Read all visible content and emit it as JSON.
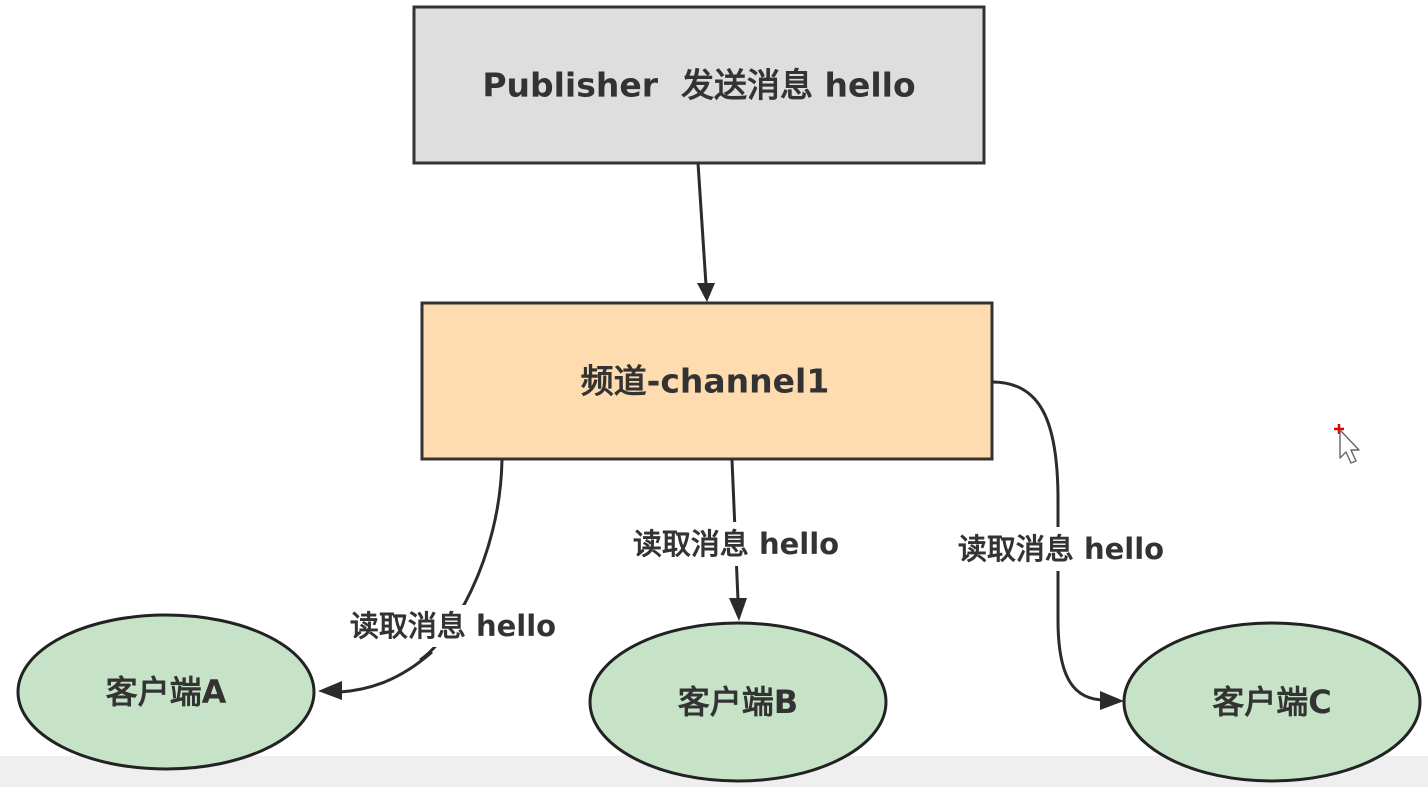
{
  "diagram": {
    "nodes": {
      "publisher": {
        "label": "Publisher  发送消息 hello",
        "shape": "rectangle",
        "fill": "#dedede",
        "stroke": "#333333"
      },
      "channel": {
        "label": "频道-channel1",
        "shape": "rectangle",
        "fill": "#ffdcb0",
        "stroke": "#333333"
      },
      "client_a": {
        "label": "客户端A",
        "shape": "ellipse",
        "fill": "#c6e3c8",
        "stroke": "#222222"
      },
      "client_b": {
        "label": "客户端B",
        "shape": "ellipse",
        "fill": "#c6e3c8",
        "stroke": "#222222"
      },
      "client_c": {
        "label": "客户端C",
        "shape": "ellipse",
        "fill": "#c6e3c8",
        "stroke": "#222222"
      }
    },
    "edges": [
      {
        "from": "publisher",
        "to": "channel",
        "label": ""
      },
      {
        "from": "channel",
        "to": "client_a",
        "label": "读取消息 hello"
      },
      {
        "from": "channel",
        "to": "client_b",
        "label": "读取消息 hello"
      },
      {
        "from": "channel",
        "to": "client_c",
        "label": "读取消息 hello"
      }
    ],
    "edge_color": "#2b2b2b",
    "text_color": "#333333"
  },
  "cursor": {
    "icon": "arrow-cursor-icon",
    "marker_color": "#e00000"
  }
}
